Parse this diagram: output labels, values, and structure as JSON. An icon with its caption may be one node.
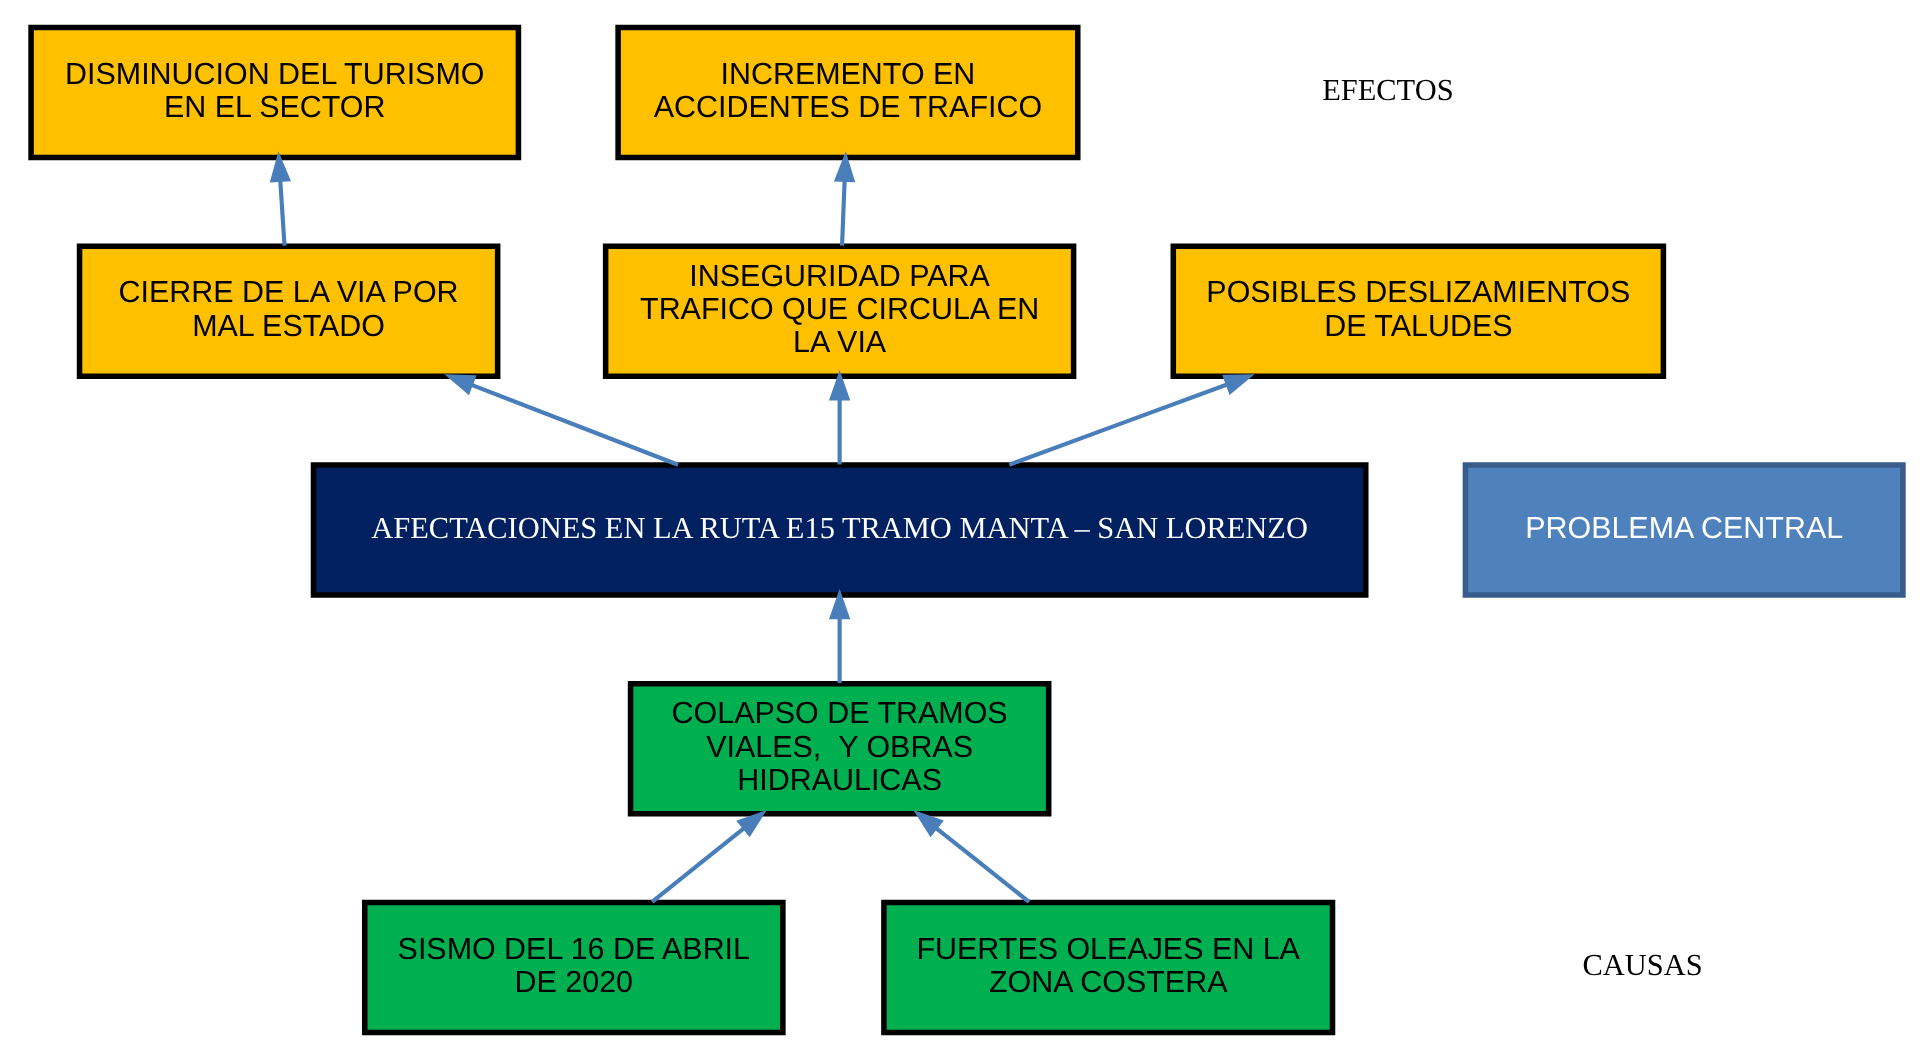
{
  "diagram": {
    "nodes": [
      {
        "text": [
          "DISMINUCION DEL TURISMO EN EL SECTOR"
        ]
      },
      {
        "text": [
          "INCREMENTO EN ACCIDENTES DE TRAFICO"
        ]
      },
      {
        "text": [
          "CIERRE DE LA VIA POR MAL ESTADO"
        ]
      },
      {
        "text": [
          "INSEGURIDAD PARA TRAFICO QUE CIRCULA EN LA VIA"
        ]
      },
      {
        "text": [
          "POSIBLES DESLIZAMIENTOS DE TALUDES"
        ]
      },
      {
        "text": [
          "AFECTACIONES EN LA RUTA E15 TRAMO MANTA – SAN LORENZO"
        ]
      },
      {
        "text": [
          "PROBLEMA CENTRAL"
        ]
      },
      {
        "text": [
          "COLAPSO DE TRAMOS VIALES,  Y OBRAS HIDRAULICAS"
        ]
      },
      {
        "text": [
          "SISMO DEL 16 DE ABRIL DE 2020"
        ]
      },
      {
        "text": [
          "FUERTES OLEAJES EN LA ZONA COSTERA"
        ]
      }
    ],
    "edges": [
      {
        "from": 2,
        "to": 0,
        "arrow": "to"
      },
      {
        "from": 3,
        "to": 1,
        "arrow": "to"
      },
      {
        "from": 5,
        "to": 2,
        "arrow": "to"
      },
      {
        "from": 5,
        "to": 3,
        "arrow": "to"
      },
      {
        "from": 5,
        "to": 4,
        "arrow": "to"
      },
      {
        "from": 7,
        "to": 5,
        "arrow": "to"
      },
      {
        "from": 8,
        "to": 7,
        "arrow": "to"
      },
      {
        "from": 9,
        "to": 7,
        "arrow": "to"
      }
    ],
    "labels": [
      "EFECTOS",
      "CAUSAS"
    ]
  }
}
